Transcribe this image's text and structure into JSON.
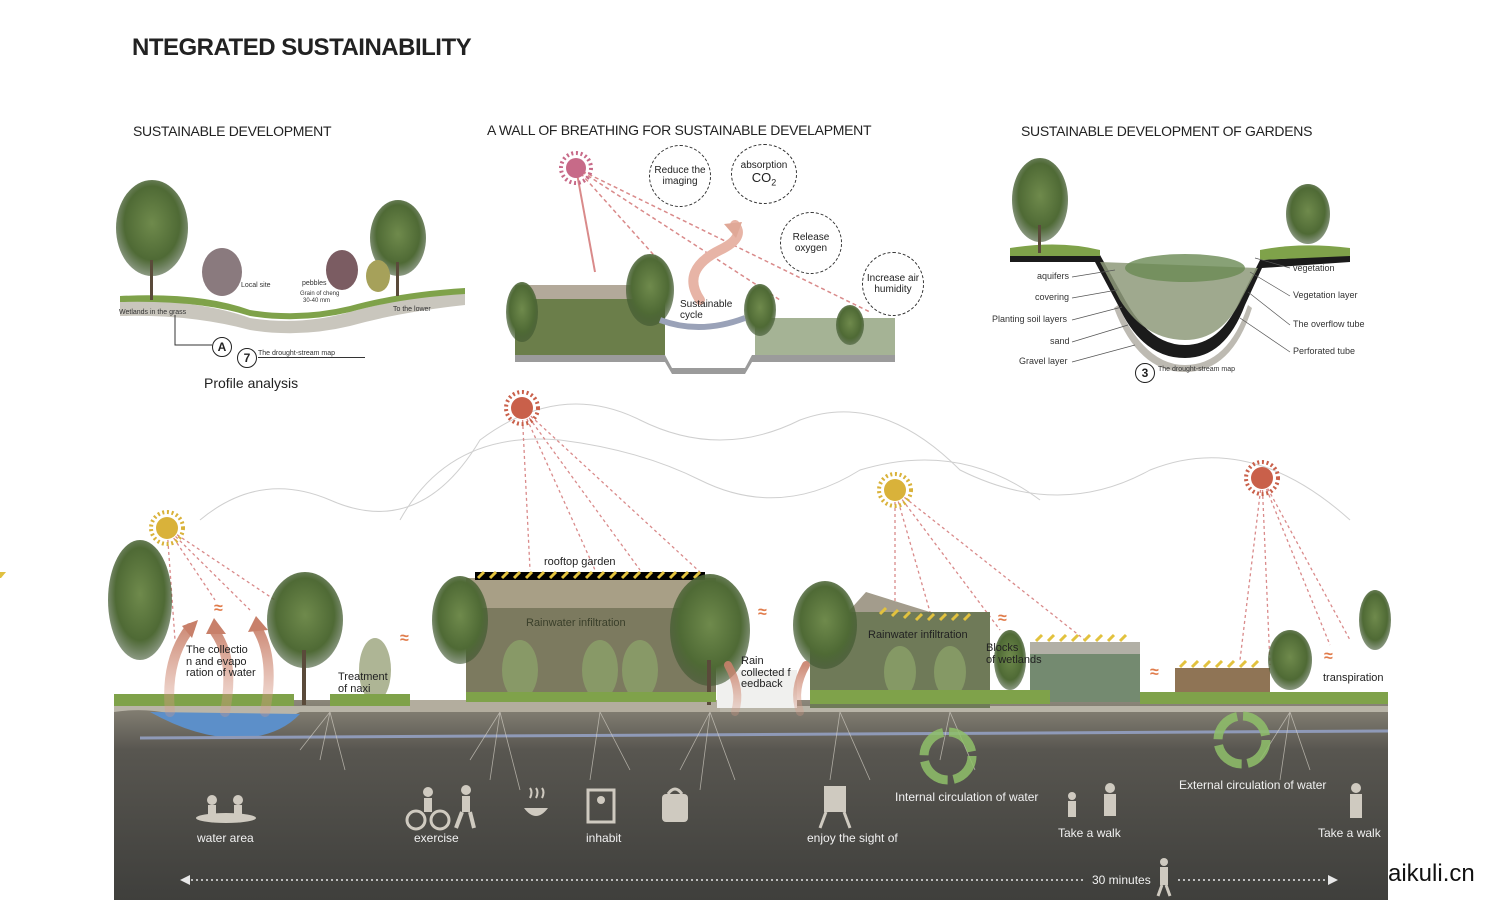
{
  "title": "NTEGRATED SUSTAINABILITY",
  "sections": {
    "left": {
      "heading": "SUSTAINABLE DEVELOPMENT",
      "labels": {
        "local_site": "Local site",
        "pebbles": "pebbles",
        "grain": "Grain of cheng",
        "grain_size": "30-40 mm",
        "wetlands": "Wetlands in the grass",
        "to_lower": "To the lower"
      },
      "badge_a": "A",
      "badge_num": "7",
      "map_label": "The drought-stream map",
      "caption": "Profile analysis"
    },
    "middle": {
      "heading": "A WALL OF BREATHING FOR SUSTAINABLE DEVELAPMENT",
      "bubbles": {
        "reduce": "Reduce the imaging",
        "absorption": "absorption",
        "co2": "CO",
        "co2_sub": "2",
        "release": "Release oxygen",
        "humidity": "Increase air humidity"
      },
      "cycle": "Sustainable cycle"
    },
    "right": {
      "heading": "SUSTAINABLE DEVELOPMENT OF GARDENS",
      "left_labels": [
        "aquifers",
        "covering",
        "Planting soil layers",
        "sand",
        "Gravel layer"
      ],
      "right_labels": [
        "vegetation",
        "Vegetation layer",
        "The overflow tube",
        "Perforated tube"
      ],
      "badge_num": "3",
      "map_label": "The drought-stream map"
    }
  },
  "section_view": {
    "labels": {
      "collection": "The collectio n and evapo ration of water",
      "collection_lines": [
        "The collectio",
        "n and evapo",
        "ration of water"
      ],
      "treatment_lines": [
        "Treatment",
        "of naxi"
      ],
      "rooftop": "rooftop garden",
      "infiltration1": "Rainwater infiltration",
      "rain_lines": [
        "Rain",
        "collected f",
        "eedback"
      ],
      "infiltration2": "Rainwater infiltration",
      "wetland_lines": [
        "Blocks",
        "of wetlands"
      ],
      "transpiration": "transpiration"
    },
    "ground": {
      "water_area": "water area",
      "exercise": "exercise",
      "inhabit": "inhabit",
      "enjoy": "enjoy the sight of",
      "internal": "Internal circulation of water",
      "walk1": "Take a walk",
      "external": "External circulation of water",
      "walk2": "Take a walk",
      "time": "30 minutes"
    }
  },
  "watermark": "aikuli.cn",
  "colors": {
    "sun_yellow": "#d9b23a",
    "sun_red": "#c9604a",
    "ray": "#d98a8a",
    "ground": "#4a4a47",
    "soil_top": "#a9a597",
    "wifi": "#e07b4a",
    "recycle": "#8fbf6a"
  }
}
